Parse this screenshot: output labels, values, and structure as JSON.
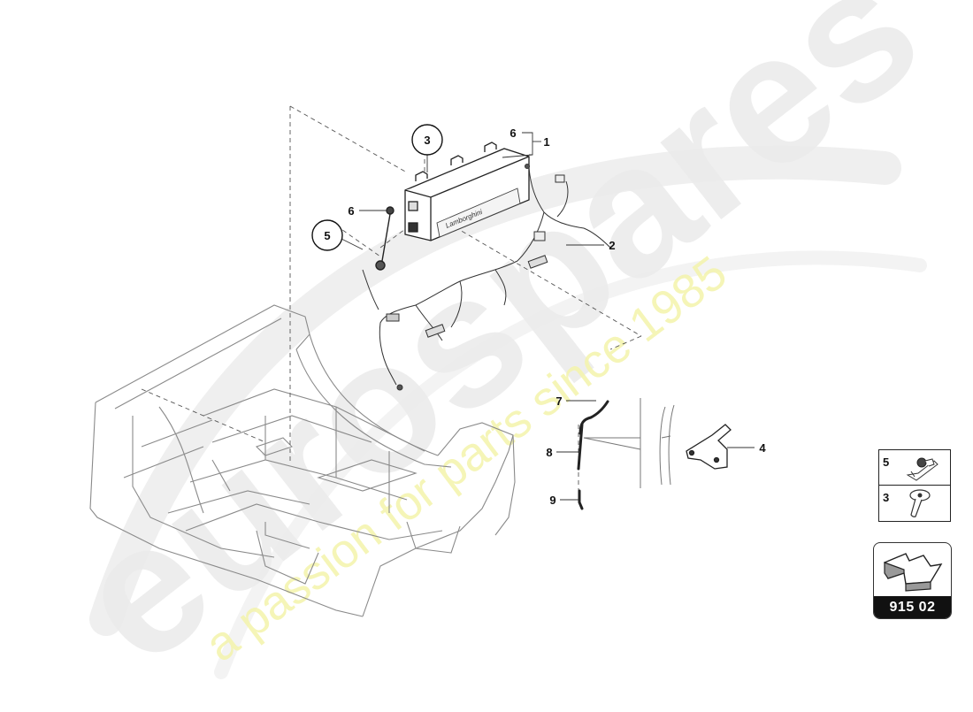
{
  "diagram": {
    "type": "exploded parts diagram",
    "subject": "Airbag control unit, wiring harness and mounting parts on vehicle floor structure",
    "ecu_badge_text": "Lamborghini",
    "callouts": [
      {
        "id": "1",
        "label": "1",
        "circled": false
      },
      {
        "id": "2",
        "label": "2",
        "circled": false
      },
      {
        "id": "3",
        "label": "3",
        "circled": true
      },
      {
        "id": "4",
        "label": "4",
        "circled": false
      },
      {
        "id": "5",
        "label": "5",
        "circled": true
      },
      {
        "id": "6a",
        "label": "6",
        "circled": false
      },
      {
        "id": "6b",
        "label": "6",
        "circled": false
      },
      {
        "id": "7",
        "label": "7",
        "circled": false
      },
      {
        "id": "8",
        "label": "8",
        "circled": false
      },
      {
        "id": "9",
        "label": "9",
        "circled": false
      }
    ]
  },
  "legend": {
    "items": [
      {
        "number": "5",
        "icon": "clip-nut-icon"
      },
      {
        "number": "3",
        "icon": "torx-screw-icon"
      }
    ]
  },
  "sheet": {
    "number": "915 02",
    "icon": "direction-arrow-icon"
  },
  "watermark": {
    "brand": "eurospares",
    "tagline": "a passion for parts since 1985",
    "tagline_color": "#f2f2a0",
    "brand_color": "#e8e8e8"
  }
}
